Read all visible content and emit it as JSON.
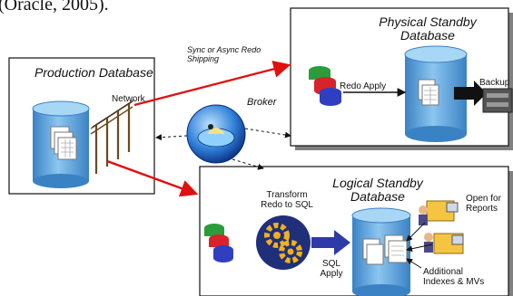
{
  "caption": "(Oracle, 2005).",
  "production": {
    "title": "Production Database",
    "network_label": "Network"
  },
  "physical": {
    "title": "Physical Standby Database",
    "redo_apply_label": "Redo Apply",
    "backup_label": "Backup"
  },
  "shipping_label": "Sync or Async Redo Shipping",
  "broker_label": "Broker",
  "logical": {
    "title": "Logical Standby Database",
    "transform_label": "Transform Redo to SQL",
    "sql_apply_label": "SQL Apply",
    "open_reports_label": "Open for Reports",
    "indexes_label": "Additional Indexes & MVs"
  },
  "colors": {
    "cylinder_blue": "#6fb3e6",
    "cylinder_dark": "#3b82c4",
    "red_arrow": "#e01010",
    "box_shadow": "#808080",
    "gear_gold": "#f0b020",
    "gear_bg": "#1f2f7a"
  }
}
